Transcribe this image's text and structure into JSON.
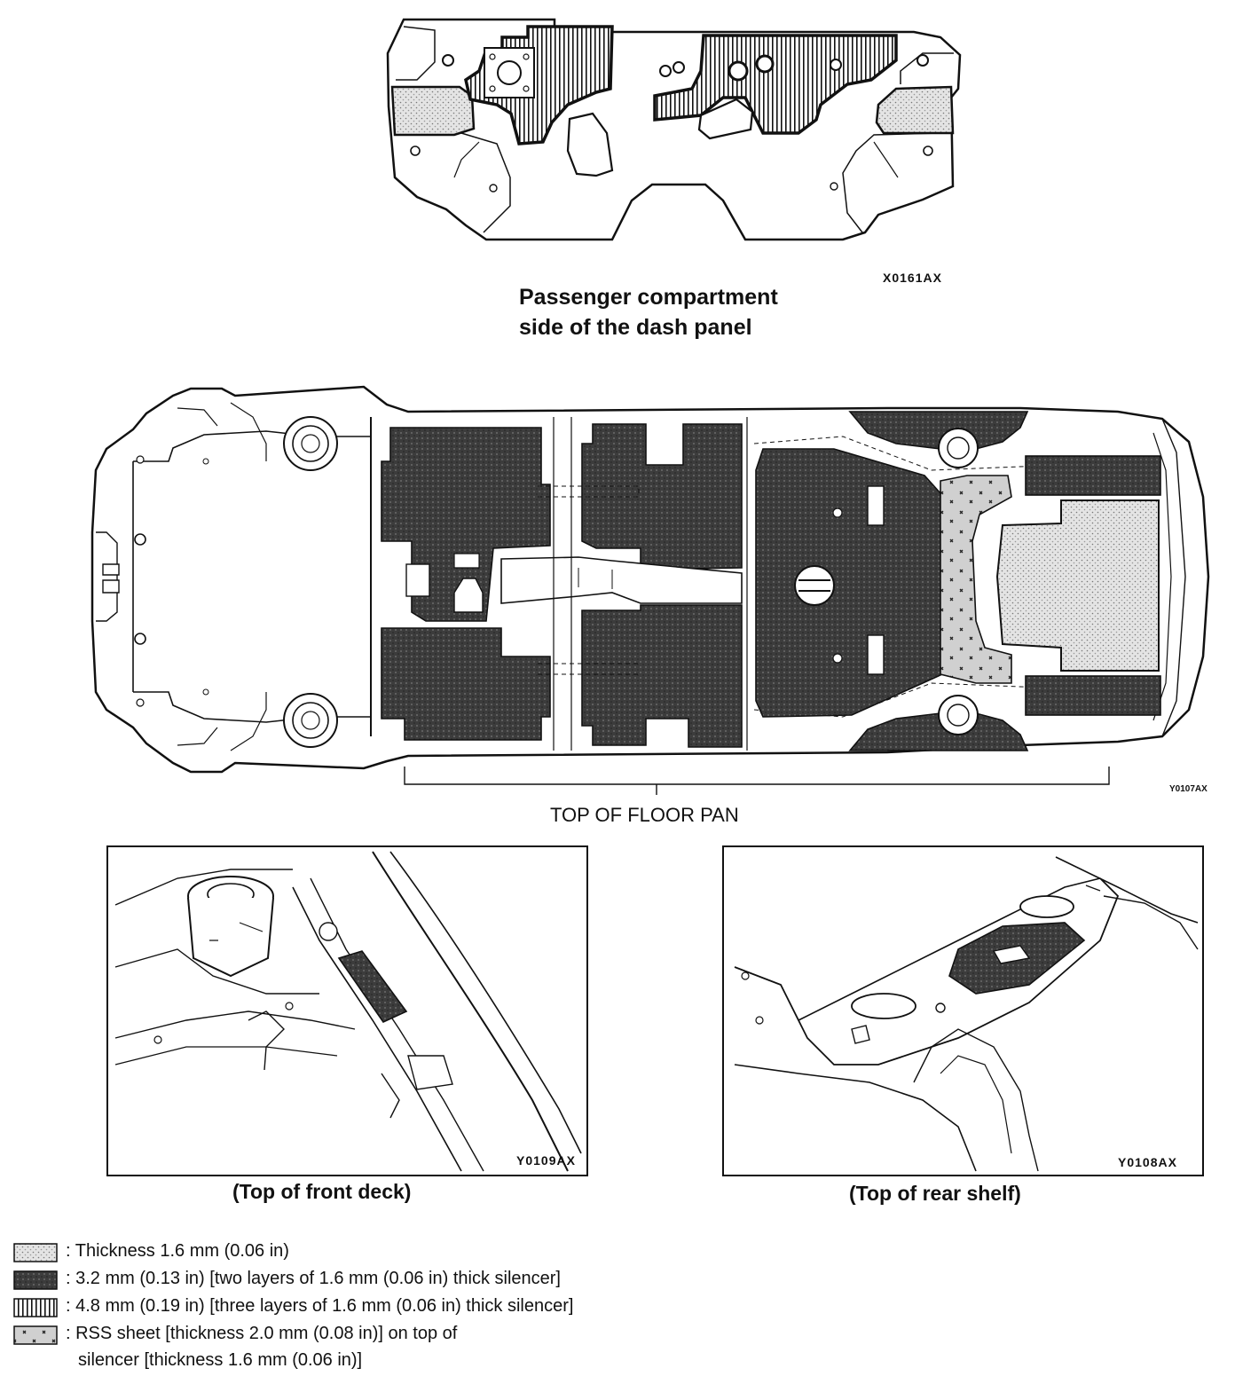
{
  "dash_panel": {
    "code": "X0161AX",
    "title_line1": "Passenger compartment",
    "title_line2": "side of the dash panel"
  },
  "floor_pan": {
    "code": "Y0107AX",
    "label": "TOP OF FLOOR PAN"
  },
  "front_deck": {
    "code": "Y0109AX",
    "caption": "(Top of front deck)"
  },
  "rear_shelf": {
    "code": "Y0108AX",
    "caption": "(Top of rear shelf)"
  },
  "legend": {
    "items": [
      {
        "symbol": "light-dotted-pattern",
        "text": ": Thickness 1.6 mm (0.06 in)"
      },
      {
        "symbol": "dark-dense-pattern",
        "text": ": 3.2 mm (0.13 in) [two layers of 1.6 mm (0.06 in) thick silencer]"
      },
      {
        "symbol": "vertical-stripe-pattern",
        "text": ": 4.8 mm (0.19 in) [three layers of 1.6 mm (0.06 in) thick silencer]"
      },
      {
        "symbol": "cross-dot-pattern",
        "text": ": RSS sheet [thickness 2.0 mm (0.08 in)] on top of",
        "continuation": "silencer [thickness 1.6 mm (0.06 in)]"
      }
    ]
  },
  "colors": {
    "ink": "#111111",
    "light_fill": "#d8d8d8",
    "dark_fill": "#3a3a3a",
    "paper": "#ffffff"
  }
}
